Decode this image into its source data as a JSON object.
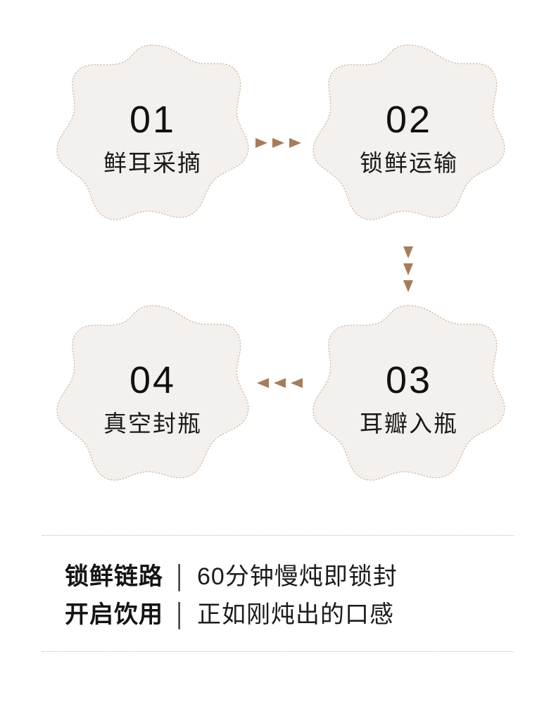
{
  "colors": {
    "page_background": "#FFFFFF",
    "blob_fill": "#F3F0ED",
    "blob_border": "#C8A98E",
    "arrow": "#A67C5B",
    "divider": "#C8A98E",
    "heading_text": "#141414",
    "body_text": "#1c1c1c"
  },
  "flow": {
    "steps": [
      {
        "number": "01",
        "label": "鲜耳采摘"
      },
      {
        "number": "02",
        "label": "锁鲜运输"
      },
      {
        "number": "03",
        "label": "耳瓣入瓶"
      },
      {
        "number": "04",
        "label": "真空封瓶"
      }
    ],
    "connectors": [
      {
        "name": "step-1-to-2",
        "direction": "right",
        "count": 3
      },
      {
        "name": "step-2-to-3",
        "direction": "down",
        "count": 3
      },
      {
        "name": "step-3-to-4",
        "direction": "left",
        "count": 3
      }
    ]
  },
  "caption": {
    "separator": "│",
    "rows": [
      {
        "label": "锁鲜链路",
        "text": "60分钟慢炖即锁封"
      },
      {
        "label": "开启饮用",
        "text": "正如刚炖出的口感"
      }
    ]
  }
}
